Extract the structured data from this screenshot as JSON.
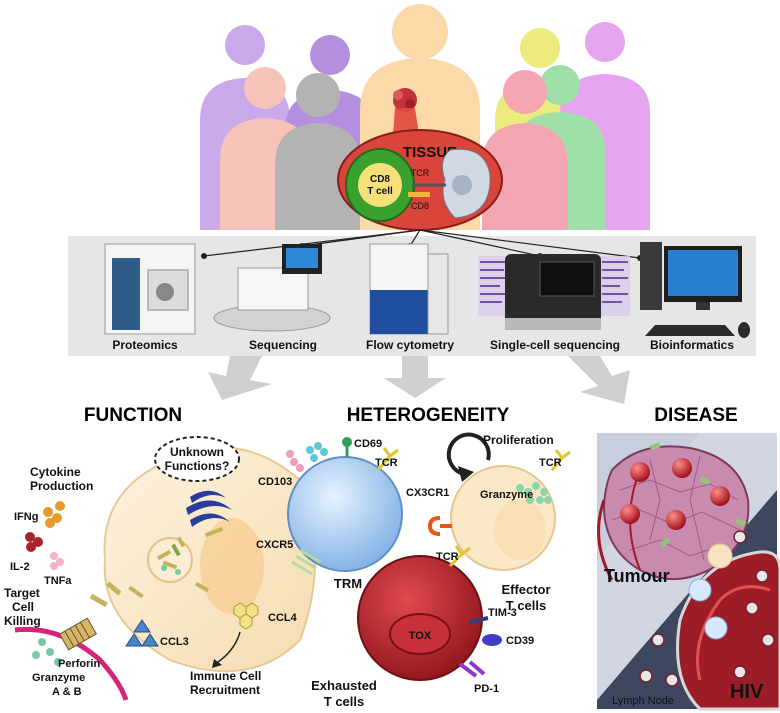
{
  "top": {
    "tissue_label": "TISSUE",
    "cd8_line1": "CD8",
    "cd8_line2": "T cell",
    "tcr": "TCR",
    "cd8": "CD8"
  },
  "methods": [
    {
      "label": "Proteomics"
    },
    {
      "label": "Sequencing"
    },
    {
      "label": "Flow cytometry"
    },
    {
      "label": "Single-cell sequencing"
    },
    {
      "label": "Bioinformatics"
    }
  ],
  "headings": {
    "function": "FUNCTION",
    "heterogeneity": "HETEROGENEITY",
    "disease": "DISEASE"
  },
  "function_panel": {
    "unknown1": "Unknown",
    "unknown2": "Functions?",
    "cytokine1": "Cytokine",
    "cytokine2": "Production",
    "ifng": "IFNg",
    "il2": "IL-2",
    "tnfa": "TNFa",
    "target1": "Target",
    "target2": "Cell",
    "target3": "Killing",
    "perforin": "Perforin",
    "granzyme": "Granzyme",
    "ab": "A & B",
    "ccl3": "CCL3",
    "ccl4": "CCL4",
    "recruit1": "Immune Cell",
    "recruit2": "Recruitment"
  },
  "hetero_panel": {
    "cd69": "CD69",
    "cd103": "CD103",
    "tcr_trm": "TCR",
    "cxcr5": "CXCR5",
    "trm": "TRM",
    "proliferation": "Proliferation",
    "tcr_eff": "TCR",
    "granzyme": "Granzyme",
    "cx3cr1": "CX3CR1",
    "effector1": "Effector",
    "effector2": "T cells",
    "tcr_exh": "TCR",
    "tox": "TOX",
    "tim3": "TIM-3",
    "cd39": "CD39",
    "pd1": "PD-1",
    "exhausted1": "Exhausted",
    "exhausted2": "T cells"
  },
  "disease_panel": {
    "tumour": "Tumour",
    "hiv": "HIV",
    "lymph_node": "Lymph Node"
  },
  "colors": {
    "tissue_red": "#d9453a",
    "cd8_green": "#3aa02e",
    "trm_blue": "#9ec6ee",
    "effector_cream": "#fbe8c8",
    "exhausted_red": "#b8222a",
    "arrow_grey": "#cfcfcf",
    "band_grey": "#e6e6e6"
  }
}
